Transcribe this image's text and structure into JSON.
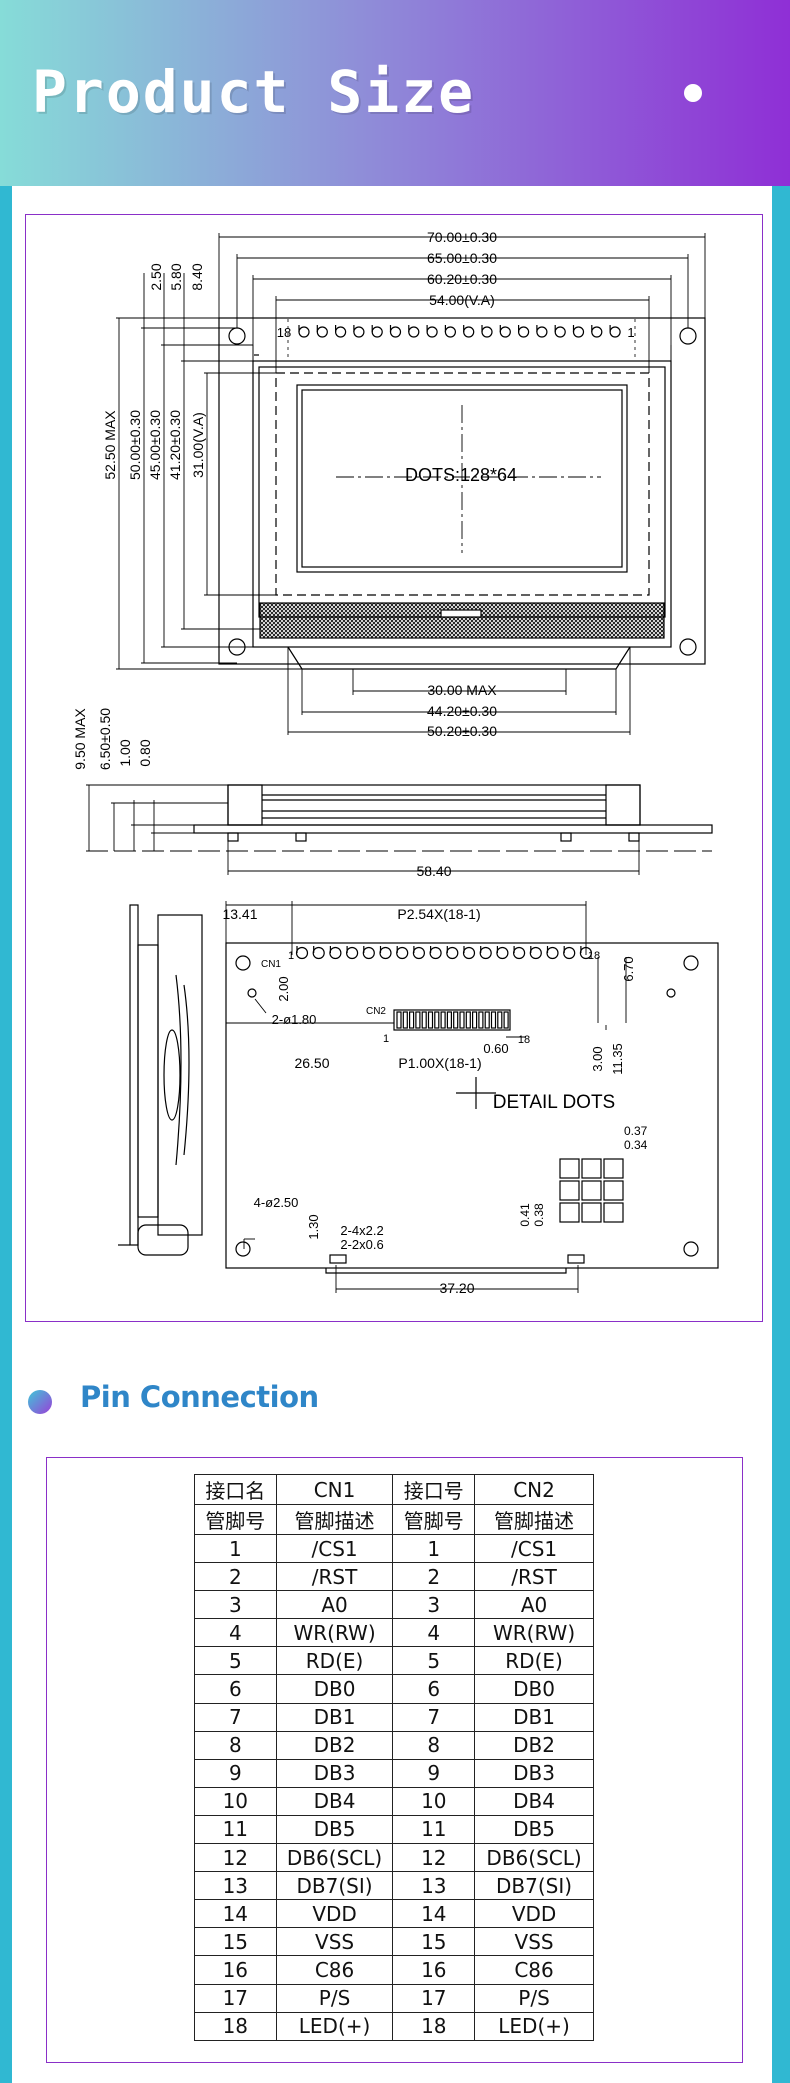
{
  "header": {
    "title": "Product Size"
  },
  "drawing": {
    "top_dims": [
      "70.00±0.30",
      "65.00±0.30",
      "60.20±0.30",
      "54.00(V.A)"
    ],
    "left_dims": [
      "52.50 MAX",
      "50.00±0.30",
      "45.00±0.30",
      "41.20±0.30",
      "31.00(V.A)"
    ],
    "top_offsets": [
      "2.50",
      "5.80",
      "8.40"
    ],
    "pin_first": "18",
    "pin_last": "1",
    "dots": "DOTS:128*64",
    "bottom_dims": [
      "30.00  MAX",
      "44.20±0.30",
      "50.20±0.30"
    ],
    "side_dims": [
      "9.50  MAX",
      "6.50±0.50",
      "1.00",
      "0.80"
    ],
    "side_width": "58.40",
    "back_top_left": "13.41",
    "back_pitch": "P2.54X(18-1)",
    "cn1": "CN1",
    "cn1_pin": "1",
    "cn1_pin_end": "18",
    "back_6_70": "6.70",
    "back_2_00": "2.00",
    "back_hole": "2-ø1.80",
    "cn2": "CN2",
    "cn2_pin1": "1",
    "cn2_pin18": "18",
    "back_0_60": "0.60",
    "back_3_00": "3.00",
    "back_11_35": "11.35",
    "back_26_50": "26.50",
    "back_pitch2": "P1.00X(18-1)",
    "detail_dots": "DETAIL  DOTS",
    "dot_037": "0.37",
    "dot_034": "0.34",
    "dot_041": "0.41",
    "dot_038": "0.38",
    "back_hole2": "4-ø2.50",
    "back_1_30": "1.30",
    "back_slot1": "2-4x2.2",
    "back_slot2": "2-2x0.6",
    "back_37_20": "37.20"
  },
  "section": {
    "title": "Pin Connection"
  },
  "pins": {
    "header1": [
      "接口名",
      "CN1",
      "接口号",
      "CN2"
    ],
    "header2": [
      "管脚号",
      "管脚描述",
      "管脚号",
      "管脚描述"
    ],
    "rows": [
      [
        "1",
        "/CS1",
        "1",
        "/CS1"
      ],
      [
        "2",
        "/RST",
        "2",
        "/RST"
      ],
      [
        "3",
        "A0",
        "3",
        "A0"
      ],
      [
        "4",
        "WR(RW)",
        "4",
        "WR(RW)"
      ],
      [
        "5",
        "RD(E)",
        "5",
        "RD(E)"
      ],
      [
        "6",
        "DB0",
        "6",
        "DB0"
      ],
      [
        "7",
        "DB1",
        "7",
        "DB1"
      ],
      [
        "8",
        "DB2",
        "8",
        "DB2"
      ],
      [
        "9",
        "DB3",
        "9",
        "DB3"
      ],
      [
        "10",
        "DB4",
        "10",
        "DB4"
      ],
      [
        "11",
        "DB5",
        "11",
        "DB5"
      ],
      [
        "12",
        "DB6(SCL)",
        "12",
        "DB6(SCL)"
      ],
      [
        "13",
        "DB7(SI)",
        "13",
        "DB7(SI)"
      ],
      [
        "14",
        "VDD",
        "14",
        "VDD"
      ],
      [
        "15",
        "VSS",
        "15",
        "VSS"
      ],
      [
        "16",
        "C86",
        "16",
        "C86"
      ],
      [
        "17",
        "P/S",
        "17",
        "P/S"
      ],
      [
        "18",
        "LED(+)",
        "18",
        "LED(+)"
      ]
    ]
  },
  "colors": {
    "accent_purple": "#8a2fc8",
    "frame_cyan": "#30b8d2",
    "title_blue": "#2f86c8"
  }
}
